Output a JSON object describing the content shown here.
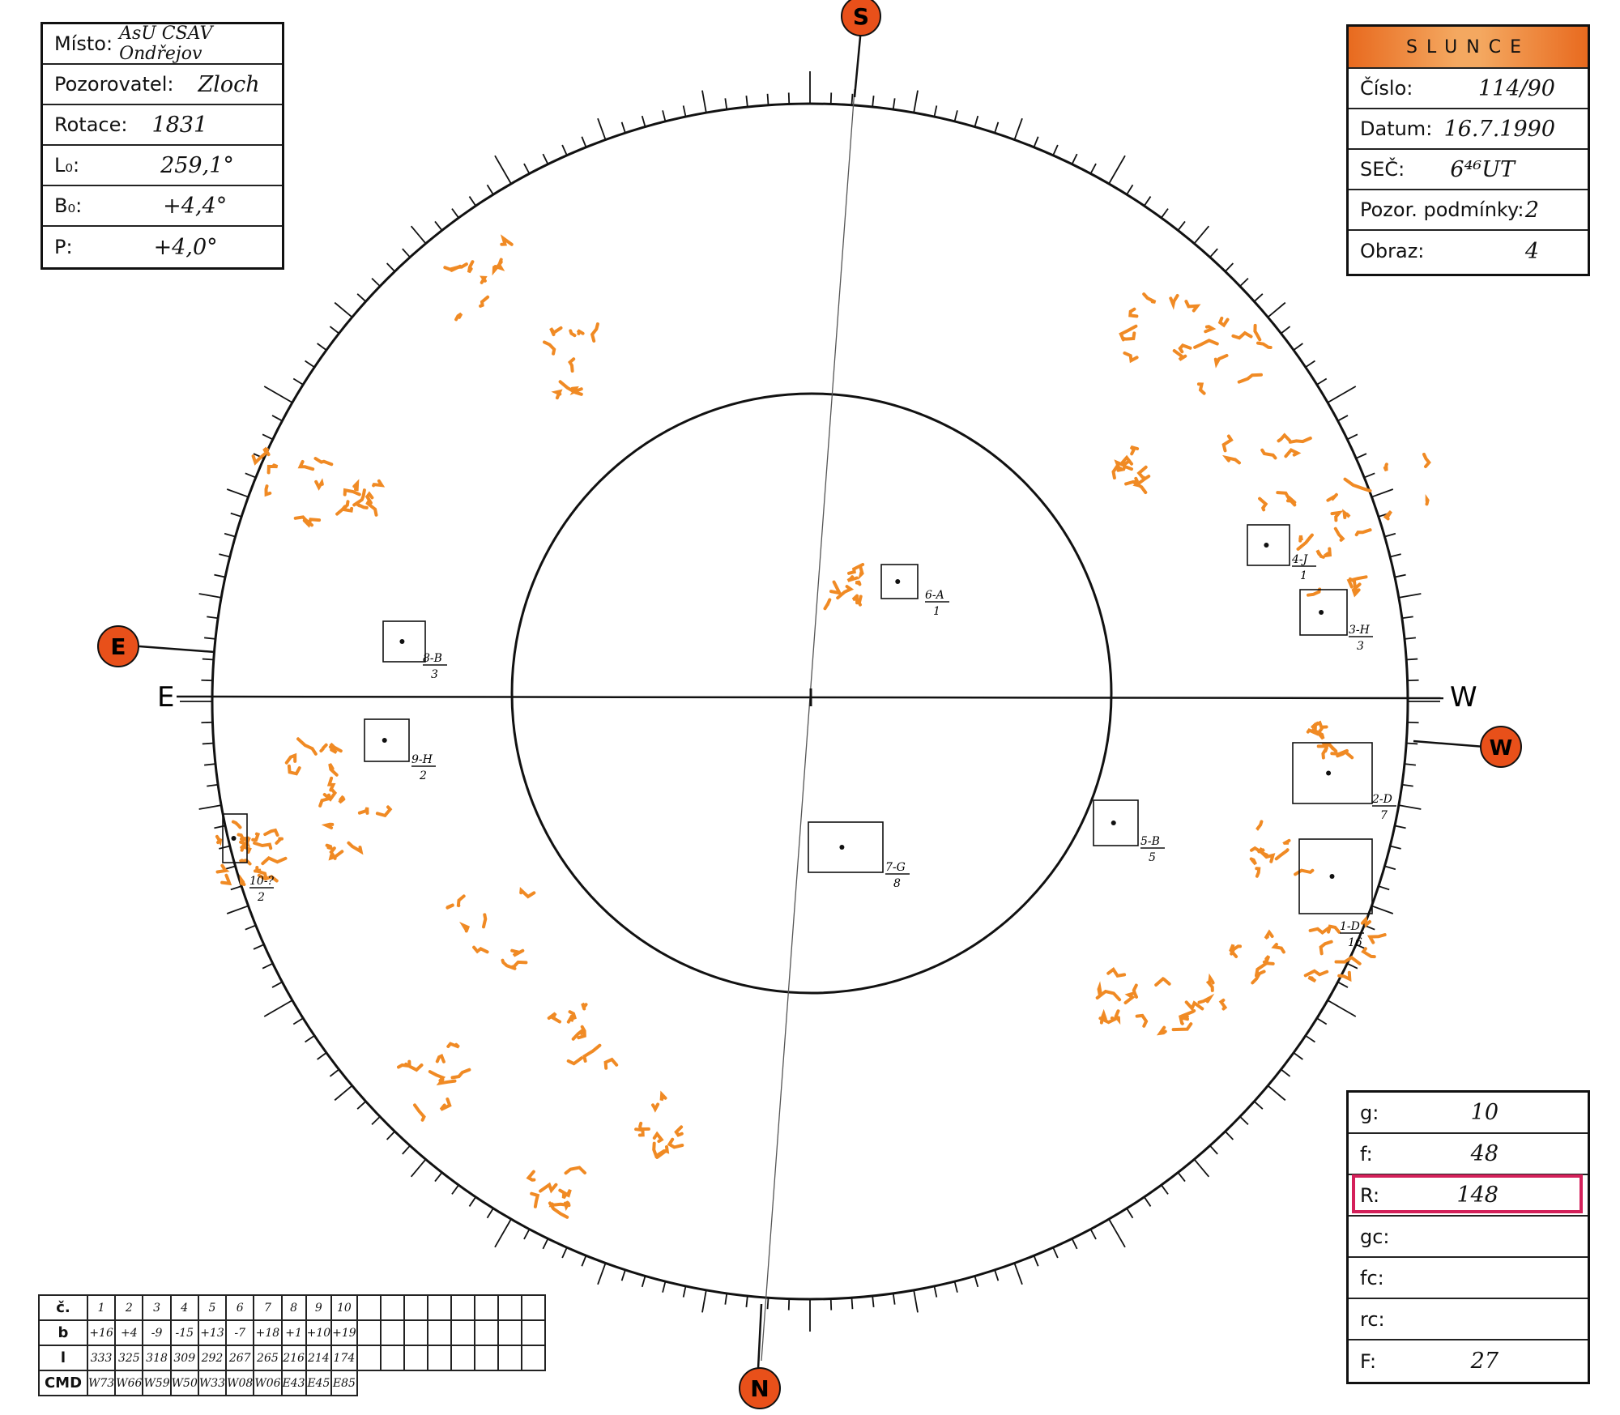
{
  "left_box": {
    "misto_label": "Místo:",
    "misto_value": "AsÚ ČSAV Ondřejov",
    "pozorovatel_label": "Pozorovatel:",
    "pozorovatel_value": "Zloch",
    "rotace_label": "Rotace:",
    "rotace_value": "1831",
    "l0_label": "L₀:",
    "l0_value": "259,1°",
    "b0_label": "B₀:",
    "b0_value": "+4,4°",
    "p_label": "P:",
    "p_value": "+4,0°"
  },
  "right_box": {
    "title": "SLUNCE",
    "cislo_label": "Číslo:",
    "cislo_value": "114/90",
    "datum_label": "Datum:",
    "datum_value": "16.7.1990",
    "sec_label": "SEČ:",
    "sec_value": "6⁴⁶UT",
    "pozor_label": "Pozor. podmínky:",
    "pozor_value": "2",
    "obraz_label": "Obraz:",
    "obraz_value": "4"
  },
  "bottom_box": {
    "g_label": "g:",
    "g_value": "10",
    "f_label": "f:",
    "f_value": "48",
    "r_label": "R:",
    "r_value": "148",
    "gc_label": "gc:",
    "gc_value": "",
    "fc_label": "fc:",
    "fc_value": "",
    "rc_label": "rc:",
    "rc_value": "",
    "ff_label": "F:",
    "ff_value": "27",
    "highlight_color": "#d4205a"
  },
  "directions": {
    "E_big": "E",
    "W_big": "W",
    "S_badge": "S",
    "N_badge": "N",
    "E_badge": "E",
    "W_badge": "W",
    "badge_color": "#e8501a"
  },
  "groups": [
    {
      "id": "6-A",
      "count": "1"
    },
    {
      "id": "8-B",
      "count": "3"
    },
    {
      "id": "9-H",
      "count": "2"
    },
    {
      "id": "10-?",
      "count": "2"
    },
    {
      "id": "7-G",
      "count": "8"
    },
    {
      "id": "5-B",
      "count": "5"
    },
    {
      "id": "4-J",
      "count": "1"
    },
    {
      "id": "3-H",
      "count": "3"
    },
    {
      "id": "2-D",
      "count": "7"
    },
    {
      "id": "1-D",
      "count": "16"
    }
  ],
  "table": {
    "row_headers": [
      "č.",
      "b",
      "l",
      "CMD"
    ],
    "numbers": [
      "1",
      "2",
      "3",
      "4",
      "5",
      "6",
      "7",
      "8",
      "9",
      "10"
    ],
    "b": [
      "+16",
      "+4",
      "-9",
      "-15",
      "+13",
      "-7",
      "+18",
      "+1",
      "+10",
      "+19"
    ],
    "l": [
      "333",
      "325",
      "318",
      "309",
      "292",
      "267",
      "265",
      "216",
      "214",
      "174"
    ],
    "cmd": [
      "W73",
      "W66",
      "W59",
      "W50",
      "W33",
      "W08",
      "W06",
      "E43",
      "E45",
      "E85"
    ],
    "empty_cols": 8
  },
  "facula_color": "#f08a24"
}
